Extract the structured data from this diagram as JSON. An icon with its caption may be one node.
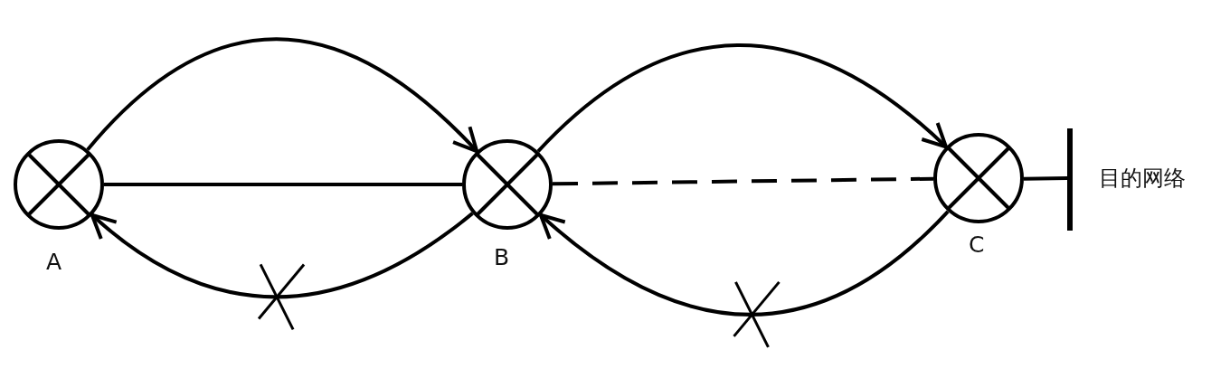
{
  "diagram": {
    "nodes": [
      {
        "text": [],
        "shape": "circle",
        "beside": [
          "A"
        ]
      },
      {
        "text": [],
        "shape": "circle",
        "beside": [
          "B"
        ]
      },
      {
        "text": [],
        "shape": "circle",
        "beside": [
          "C"
        ]
      },
      {
        "text": [],
        "shape": "bar",
        "beside": [
          "目的网络"
        ]
      }
    ],
    "edges": [
      {
        "from": 0,
        "to": 1,
        "arrow": "none"
      },
      {
        "from": 1,
        "to": 2,
        "arrow": "none",
        "style": "dashed"
      },
      {
        "from": 2,
        "to": 3,
        "arrow": "none"
      },
      {
        "from": 0,
        "to": 1,
        "arrow": "to"
      },
      {
        "from": 1,
        "to": 2,
        "arrow": "to"
      },
      {
        "from": 2,
        "to": 1,
        "arrow": "to"
      },
      {
        "from": 1,
        "to": 0,
        "arrow": "to"
      }
    ]
  }
}
